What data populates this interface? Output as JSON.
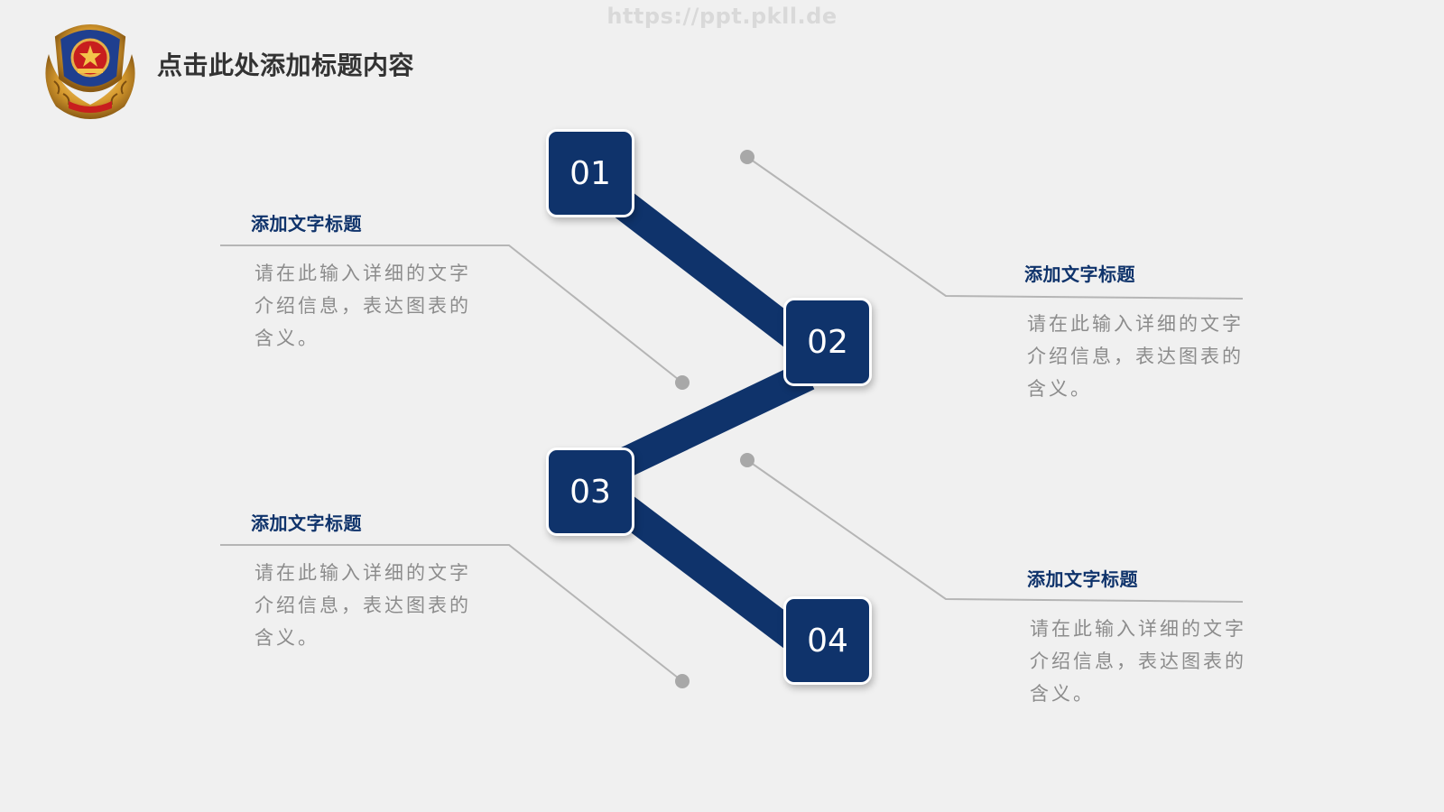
{
  "watermark": "https://ppt.pkll.de",
  "header": {
    "title": "点击此处添加标题内容",
    "emblem_icon": "police-emblem-icon"
  },
  "colors": {
    "primary": "#0f336b",
    "line": "#b5b5b5",
    "description_text": "#8c8c8c",
    "background": "#f0f0f0"
  },
  "steps": [
    {
      "number": "01",
      "title": "添加文字标题",
      "description": "请在此输入详细的文字介绍信息，表达图表的含义。"
    },
    {
      "number": "02",
      "title": "添加文字标题",
      "description": "请在此输入详细的文字介绍信息，表达图表的含义。"
    },
    {
      "number": "03",
      "title": "添加文字标题",
      "description": "请在此输入详细的文字介绍信息，表达图表的含义。"
    },
    {
      "number": "04",
      "title": "添加文字标题",
      "description": "请在此输入详细的文字介绍信息，表达图表的含义。"
    }
  ]
}
